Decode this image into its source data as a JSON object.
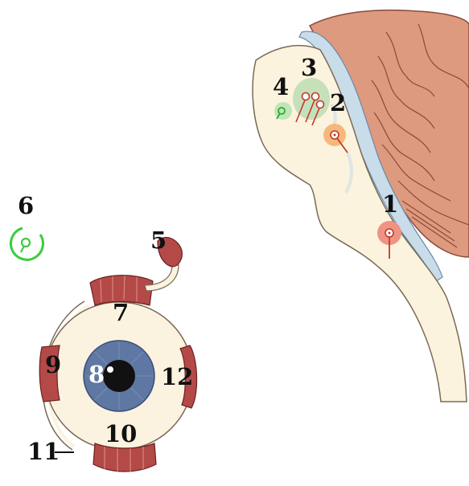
{
  "labels": {
    "l1": "1",
    "l2": "2",
    "l3": "3",
    "l4": "4",
    "l5": "5",
    "l6": "6",
    "l7": "7",
    "l8": "8",
    "l9": "9",
    "l10": "10",
    "l11": "11",
    "l12": "12"
  },
  "colors": {
    "cerebellum": "#de9a7e",
    "brainstem": "#fbf3dd",
    "fourth_ventricle": "#c8dcea",
    "muscle": "#b44a48",
    "sclera": "#fbf3df",
    "iris": "#5f77a3",
    "nucleus_1": "#ef9484",
    "nucleus_2": "#f6b87a",
    "nucleus_3": "#bcdcb4",
    "nucleus_4": "#8fdc8a",
    "symbol_6": "#3ccd3c"
  }
}
